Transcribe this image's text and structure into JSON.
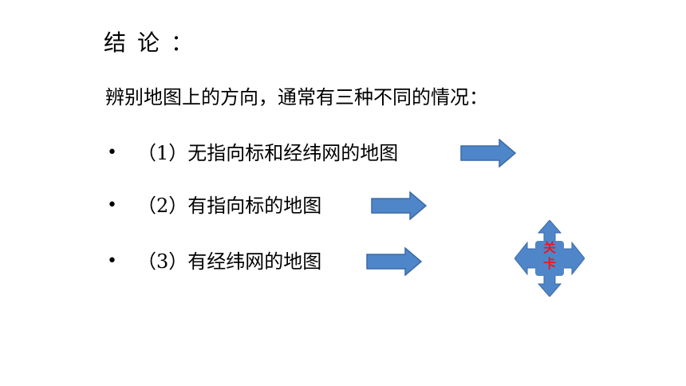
{
  "slide": {
    "title": "结论：",
    "intro": "辨别地图上的方向，通常有三种不同的情况：",
    "items": [
      {
        "bullet": "•",
        "text": "（1）无指向标和经纬网的地图"
      },
      {
        "bullet": "•",
        "text": "（2）有指向标的地图"
      },
      {
        "bullet": "•",
        "text": "（3）有经纬网的地图"
      }
    ],
    "badge": {
      "line1": "关",
      "line2": "卡"
    }
  },
  "colors": {
    "arrow_fill": "#4f86c9",
    "arrow_stroke": "#3a6aa5",
    "badge_fill": "#4f86c9",
    "badge_text": "#e8191e"
  }
}
